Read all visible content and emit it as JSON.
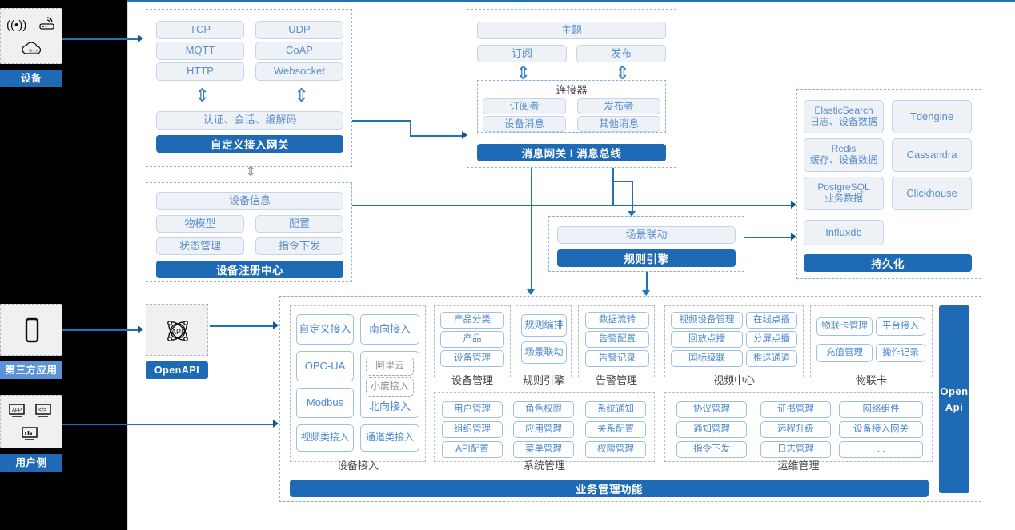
{
  "actors": [
    {
      "id": "device",
      "label": "设备",
      "icons": [
        "wifi-signal-icon",
        "router-icon",
        "cloud-icon"
      ],
      "style": "dark"
    },
    {
      "id": "third-party",
      "label": "第三方应用",
      "icons": [
        "mobile-phone-icon"
      ],
      "style": "mid"
    },
    {
      "id": "user-side",
      "label": "用户侧",
      "icons": [
        "app-window-icon",
        "code-window-icon",
        "dashboard-chart-icon"
      ],
      "style": "dark"
    }
  ],
  "openapi": {
    "label": "OpenAPI",
    "icon": "api-atom-icon"
  },
  "gateway": {
    "protocols": [
      "TCP",
      "UDP",
      "MQTT",
      "CoAP",
      "HTTP",
      "Websocket"
    ],
    "middle": "认证、会话、编解码",
    "banner": "自定义接入网关"
  },
  "registry": {
    "info": "设备信息",
    "items": [
      "物模型",
      "配置",
      "状态管理",
      "指令下发"
    ],
    "banner": "设备注册中心"
  },
  "message": {
    "topic": "主题",
    "subscribe": "订阅",
    "publish": "发布",
    "connector_title": "连接器",
    "connector_items": [
      "订阅者",
      "发布者",
      "设备消息",
      "其他消息"
    ],
    "banner": "消息网关 I 消息总线"
  },
  "rules": {
    "scene": "场景联动",
    "banner": "规则引擎"
  },
  "persistence": {
    "items": [
      {
        "name": "ElasticSearch",
        "desc": "日志、设备数据"
      },
      {
        "name": "Tdengine",
        "desc": ""
      },
      {
        "name": "Redis",
        "desc": "缓存、设备数据"
      },
      {
        "name": "Cassandra",
        "desc": ""
      },
      {
        "name": "PostgreSQL",
        "desc": "业务数据"
      },
      {
        "name": "Clickhouse",
        "desc": ""
      },
      {
        "name": "Influxdb",
        "desc": ""
      }
    ],
    "banner": "持久化"
  },
  "business": {
    "banner": "业务管理功能",
    "openapi_side": [
      "Open",
      "Api"
    ],
    "device_access": {
      "caption": "设备接入",
      "left": [
        "自定义接入",
        "OPC-UA",
        "Modbus",
        "视频类接入"
      ],
      "right_top": "南向接入",
      "nested": [
        "阿里云",
        "小度接入"
      ],
      "nested_caption": "北向接入",
      "right_bottom": "通道类接入"
    },
    "groups": [
      {
        "caption": "设备管理",
        "items": [
          "产品分类",
          "产品",
          "设备管理"
        ]
      },
      {
        "caption": "规则引擎",
        "items": [
          "规则编排",
          "场景联动"
        ]
      },
      {
        "caption": "告警管理",
        "items": [
          "数据流转",
          "告警配置",
          "告警记录"
        ]
      },
      {
        "caption": "视频中心",
        "items": [
          "视频设备管理",
          "在线点播",
          "回放点播",
          "分屏点播",
          "国标级联",
          "推送通道"
        ]
      },
      {
        "caption": "物联卡",
        "items": [
          "物联卡管理",
          "平台接入",
          "充值管理",
          "操作记录"
        ]
      },
      {
        "caption": "系统管理",
        "items": [
          "用户管理",
          "角色权限",
          "系统通知",
          "组织管理",
          "应用管理",
          "关系配置",
          "API配置",
          "菜单管理",
          "权限管理"
        ]
      },
      {
        "caption": "运维管理",
        "items": [
          "协议管理",
          "证书管理",
          "网络组件",
          "通知管理",
          "远程升级",
          "设备接入网关",
          "指令下发",
          "日志管理",
          "..."
        ]
      }
    ]
  }
}
